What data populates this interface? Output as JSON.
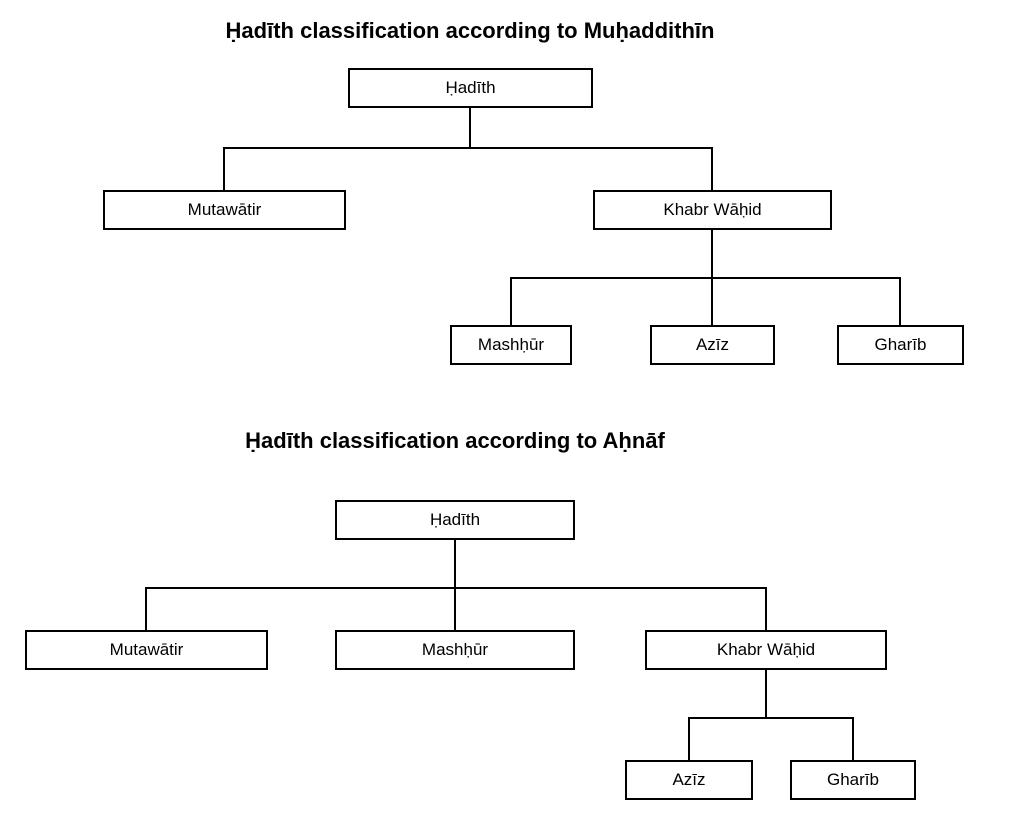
{
  "diagrams": {
    "muhaddithin": {
      "title": "Ḥadīth classification according to Muḥaddithīn",
      "nodes": {
        "root": "Ḥadīth",
        "mutawatir": "Mutawātir",
        "khabr_wahid": "Khabr Wāḥid",
        "mashhur": "Mashḥūr",
        "aziz": "Azīz",
        "gharib": "Gharīb"
      }
    },
    "ahnaf": {
      "title": "Ḥadīth classification according to Aḥnāf",
      "nodes": {
        "root": "Ḥadīth",
        "mutawatir": "Mutawātir",
        "mashhur": "Mashḥūr",
        "khabr_wahid": "Khabr Wāḥid",
        "aziz": "Azīz",
        "gharib": "Gharīb"
      }
    }
  },
  "colors": {
    "background": "#ffffff",
    "box_fill": "#ffffff",
    "box_border": "#000000",
    "line": "#000000",
    "text": "#000000"
  }
}
